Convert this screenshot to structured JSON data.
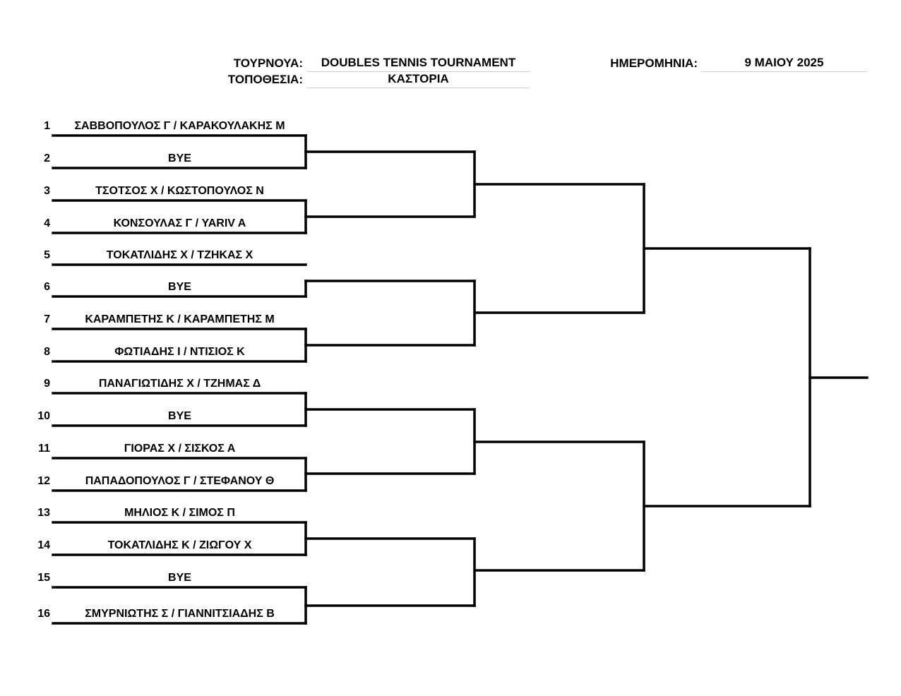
{
  "header": {
    "tournament_label": "ΤΟΥΡΝΟΥΑ:",
    "tournament_value": "DOUBLES TENNIS TOURNAMENT",
    "location_label": "ΤΟΠΟΘΕΣΙΑ:",
    "location_value": "ΚΑΣΤΟΡΙΑ",
    "date_label": "ΗΜΕΡΟΜΗΝΙΑ:",
    "date_value": "9 ΜΑΙΟΥ 2025"
  },
  "entries": [
    {
      "seed": "1",
      "name": "ΣΑΒΒΟΠΟΥΛΟΣ Γ / ΚΑΡΑΚΟΥΛΑΚΗΣ Μ"
    },
    {
      "seed": "2",
      "name": "BYE"
    },
    {
      "seed": "3",
      "name": "ΤΣΟΤΣΟΣ Χ / ΚΩΣΤΟΠΟΥΛΟΣ Ν"
    },
    {
      "seed": "4",
      "name": "ΚΟΝΣΟΥΛΑΣ Γ / YARIV A"
    },
    {
      "seed": "5",
      "name": "ΤΟΚΑΤΛΙΔΗΣ Χ / ΤΖΗΚΑΣ Χ"
    },
    {
      "seed": "6",
      "name": "BYE"
    },
    {
      "seed": "7",
      "name": "ΚΑΡΑΜΠΕΤΗΣ Κ / ΚΑΡΑΜΠΕΤΗΣ Μ"
    },
    {
      "seed": "8",
      "name": "ΦΩΤΙΑΔΗΣ Ι / ΝΤΙΣΙΟΣ Κ"
    },
    {
      "seed": "9",
      "name": "ΠΑΝΑΓΙΩΤΙΔΗΣ Χ / ΤΖΗΜΑΣ Δ"
    },
    {
      "seed": "10",
      "name": "BYE"
    },
    {
      "seed": "11",
      "name": "ΓΙΟΡΑΣ Χ / ΣΙΣΚΟΣ Α"
    },
    {
      "seed": "12",
      "name": "ΠΑΠΑΔΟΠΟΥΛΟΣ Γ / ΣΤΕΦΑΝΟΥ Θ"
    },
    {
      "seed": "13",
      "name": "ΜΗΛΙΟΣ Κ / ΣΙΜΟΣ Π"
    },
    {
      "seed": "14",
      "name": "ΤΟΚΑΤΛΙΔΗΣ Κ / ΖΙΩΓΟΥ Χ"
    },
    {
      "seed": "15",
      "name": "BYE"
    },
    {
      "seed": "16",
      "name": "ΣΜΥΡΝΙΩΤΗΣ Σ / ΓΙΑΝΝΙΤΣΙΑΔΗΣ Β"
    }
  ],
  "line_color": "#000000"
}
